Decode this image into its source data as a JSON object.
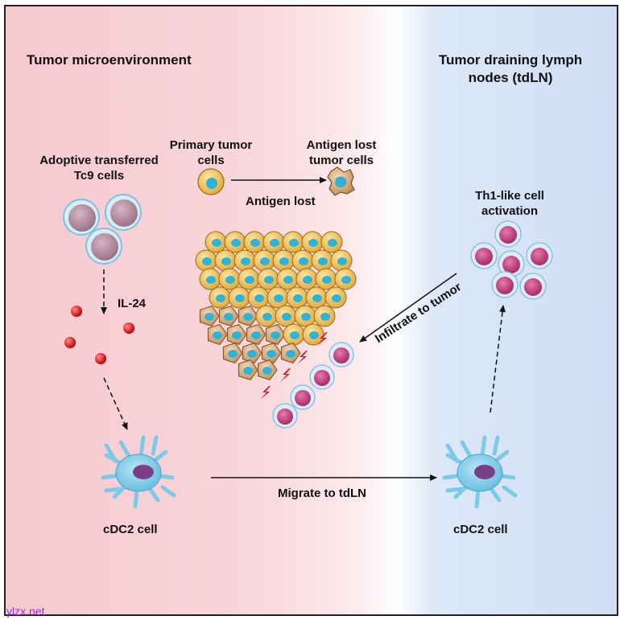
{
  "sections": {
    "left_title": "Tumor microenvironment",
    "right_title_line1": "Tumor draining lymph",
    "right_title_line2": "nodes (tdLN)"
  },
  "labels": {
    "tc9_line1": "Adoptive transferred",
    "tc9_line2": "Tc9 cells",
    "primary_line1": "Primary tumor",
    "primary_line2": "cells",
    "antigen_lost_line1": "Antigen lost",
    "antigen_lost_line2": "tumor cells",
    "antigen_lost_arrow": "Antigen lost",
    "th1_line1": "Th1-like cell",
    "th1_line2": "activation",
    "il24": "IL-24",
    "infiltrate": "Infiltrate to tumor",
    "migrate": "Migrate to tdLN",
    "cdc2_left": "cDC2 cell",
    "cdc2_right": "cDC2 cell"
  },
  "watermark": "ylzx.net",
  "colors": {
    "watermark": "#9b30d9",
    "tumor_microenvironment_bg": "#f6c9cf",
    "lymph_node_bg": "#cfdef4"
  }
}
